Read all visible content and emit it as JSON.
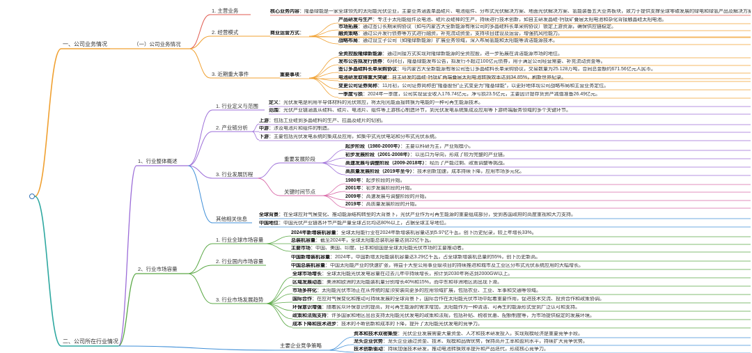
{
  "colors": {
    "orange": "#f0a030",
    "purple": "#9b6cd8",
    "green": "#5aa845",
    "blue": "#3f8fd8",
    "teal": "#2ea8a0",
    "red": "#e05a4f",
    "pink": "#d96aa8",
    "root": "#2f6fb5"
  },
  "nodes": {
    "s1": "一、公司业务情况",
    "s1a": "（一）公司业务情况",
    "s1a1": "1. 主营业务",
    "s1a2": "2. 经营模式",
    "s1a3": "3. 近期重大事件",
    "s2": "二、公司所在行业情况",
    "s2a": "1、行业整体概述",
    "s2a1": "1. 行业定义与范围",
    "s2a2": "2. 产业链分析",
    "s2a3": "3. 行业发展历程",
    "s2a3a": "重要发展阶段",
    "s2a3b": "关键时间节点",
    "s2a4": "其他相关信息",
    "s2b": "2、行业市场容量",
    "s2b1": "1. 行业全球市场容量",
    "s2b2": "2. 行业国内市场容量",
    "s2b3": "3. 行业市场发展趋势",
    "s2c": "主要企业竞争策略"
  },
  "leaves": [
    {
      "label": "核心业务内容",
      "text": "：隆基绿能是一家全球领先的太阳能光伏企业，主要业务涵盖单晶硅片、电池组件、分布式光伏解决方案、地面光伏解决方案、氢能装备五大业务板块，致力于提供支撑全球零碳发展的绿电和绿氢产品及解决方案。"
    },
    {
      "label": "产品研发与生产",
      "text": "：专注于太阳能组件及电池、硅片及硅棒的生产，持续进行技术创新，如自主研发晶硅-钙钛矿叠层太阳电池和杂化背接触晶硅太阳电池。"
    },
    {
      "label": "市场拓展",
      "text": "：通过签订长期采购协议（如与内蒙古大全新能源有限公司的多晶硅料长单采购协议）锁定上游资源，确保供应链稳定。"
    },
    {
      "label": "融资策略",
      "text": "：通过公开发行债券等方式进行融资，补充流动资金，支持项目建设及运营，增强抗风险能力。"
    },
    {
      "label": "战略布局",
      "text": "：通过设立子公司（如隆绿新能源）扩展业务领域，深入布局氢能和太阳能等清洁能源技术。"
    },
    {
      "label": "商业运营方式",
      "text": "："
    },
    {
      "label": "全资控股隆绿新能源",
      "text": "：通过间接方式实现对隆绿新能源的全资控股，进一步拓展在清洁能源市场的地位。"
    },
    {
      "label": "发布公告拟发行债券",
      "text": "：6月6日，隆基绿能发布公告，拟发行不超过100亿元债券，用于满足公司经营需要、补充流动资金等。"
    },
    {
      "label": "签订多晶硅料长单采购协议",
      "text": "：与内蒙古大全新能源有限公司签订多晶硅料长单采购协议，交易数量为25.128万吨，合同总金额约671.56亿元人民币。"
    },
    {
      "label": "电池研发取得重大突破",
      "text": "：自主研发的晶硅-钙钛矿两端叠层太阳电池转换效率达到34.85%，刷新世界纪录。"
    },
    {
      "label": "变更公司证券简称",
      "text": "：11月初，公司证券简称由\"隆基股份\"正式变更为\"隆基绿能\"，以更好地体现公司战略布局和主营业务定位。"
    },
    {
      "label": "一季度亏损",
      "text": "：2024年一季度，公司实现营业收入176.74亿元，净亏损23.5亿元，主要因计提存货资产减值准备26.49亿元。"
    },
    {
      "label": "重要事项",
      "text": "："
    },
    {
      "label": "定义",
      "text": "：光伏发电是利用半导体材料的光伏效应，将太阳光能直接转换为电能的一种可再生能源技术。"
    },
    {
      "label": "范围",
      "text": "：光伏产业链涵盖从硅料、硅片、电池片、组件等上游核心制造环节，到光伏发电系统集成及应用等下游终端服务领域的多个关键环节。"
    },
    {
      "label": "上游",
      "text": "：包括工业硅到多晶硅料的生产、拉晶及硅片的切割。"
    },
    {
      "label": "中游",
      "text": "：涉及电池片和组件的制造。"
    },
    {
      "label": "下游",
      "text": "：主要包括光伏发电系统的集成及应用，如集中式光伏电站和分布式光伏系统。"
    },
    {
      "label": "起步阶段（1980-2000年）",
      "text": "：主要以科研为主，产业规模小。"
    },
    {
      "label": "初步发展阶段（2001-2008年）",
      "text": "：以出口为导向，形成了较为完整的产业链。"
    },
    {
      "label": "高速发展与调整阶段（2009-2018年）",
      "text": "：经历了产能过剩、政策调整等挑战。"
    },
    {
      "label": "高质量发展阶段（2019年至今）",
      "text": "：技术创新加速，成本持续下降，应用市场多元化。"
    },
    {
      "label": "1980年",
      "text": "：起步阶段的开始。"
    },
    {
      "label": "2001年",
      "text": "：初步发展阶段的开始。"
    },
    {
      "label": "2009年",
      "text": "：高速发展与调整阶段的开始。"
    },
    {
      "label": "2019年",
      "text": "：高质量发展阶段的开始。"
    },
    {
      "label": "全球背景",
      "text": "：在全球应对气候变化、推动能源结构转型的大背景下，光伏产业作为可再生能源的重要组成部分，受到各国政府的高度重视和大力支持。"
    },
    {
      "label": "中国地位",
      "text": "：中国光伏产业链各环节产能产量全球占比均达80%以上，占据全球主导地位。"
    },
    {
      "label": "2024年新增装机容量",
      "text": "：全球太阳能行业在2024年新增装机容量达到5.97亿千瓦，创下历史纪录，较上年增长33%。"
    },
    {
      "label": "总装机容量",
      "text": "：截至2024年，全球太阳能总装机容量达到22亿千瓦。"
    },
    {
      "label": "主要市场",
      "text": "：中国、美国、印度、日本和德国是全球太阳能光伏市场的主要推动者。"
    },
    {
      "label": "中国新增装机容量",
      "text": "：2024年，中国新增太阳能装机容量达3.29亿千瓦，占全球新增装机总量的55%，创下历史新高。"
    },
    {
      "label": "中国总装机容量",
      "text": "：中国太阳能产业的快速扩张，得益于大型公用事业级项目的持续推进和城市及工业区分布式光伏系统应用的大幅增长。"
    },
    {
      "label": "全球市场增长",
      "text": "：全球太阳能光伏发电容量在过去几年中持续增长，预计到2030年将达到2000GW以上。"
    },
    {
      "label": "区域发展动态",
      "text": "：美洲和欧洲的太阳能装机量分别增长40%和15%，而中东和非洲地区则出现下滑。"
    },
    {
      "label": "市场多样化",
      "text": "：太阳能光伏市场正在从传统的屋顶安装向更多的应用领域扩展，包括农业、工业、军事和交通等领域。"
    },
    {
      "label": "国际合作",
      "text": "：在应对气候变化和推动可持续发展的全球背景下，国际合作在太阳能光伏市场中起着重要作用，促进技术交流、投资合作和政策协调。"
    },
    {
      "label": "环保意识增强",
      "text": "：随着民众环保意识的提高，对可再生能源的需求增加，太阳能作为一种清洁、可再生的能源形式受到广泛认可和支持。"
    },
    {
      "label": "政策和法规支持",
      "text": "：许多国家和地区出台支持太阳能光伏发电的政策和法规，包括补贴、税收优惠、配额制度等，为市场提供稳定的发展环境。"
    },
    {
      "label": "成本下降和技术进步",
      "text": "：技术的不断创新和成本的下降，提升了太阳能光伏发电的竞争力。"
    },
    {
      "label": "资本和技术双密集型",
      "text": "：光伏企业发展需要大量资金、人才和技术研发投入，实现规模经济是重要竞争手段。"
    },
    {
      "label": "龙头企业优势",
      "text": "：龙头企业通过资金、技术、规模和品牌优势，保持高开工率和盈利水平，持续扩大竞争优势。"
    },
    {
      "label": "技术创新驱动",
      "text": "：持续加强技术研发，推动电池转换效率提升和产品迭代，形成核心竞争力。"
    }
  ]
}
